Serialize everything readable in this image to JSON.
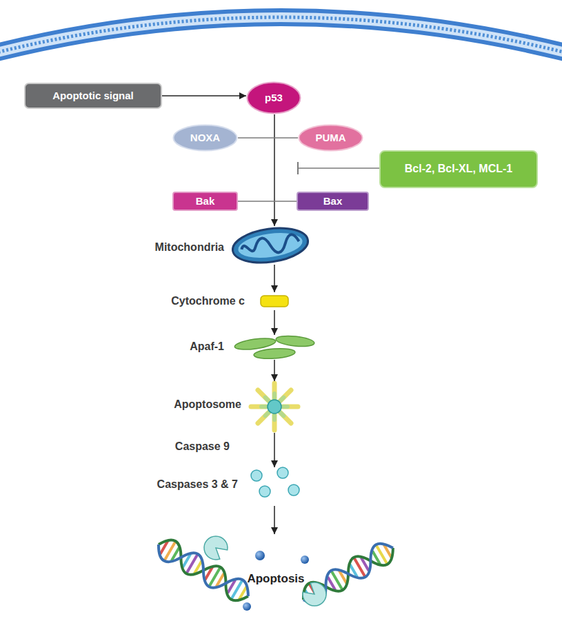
{
  "diagram": {
    "nodes": [
      {
        "text": [
          "Apoptotic signal"
        ]
      },
      {
        "text": [
          "p53"
        ]
      },
      {
        "text": [
          "NOXA"
        ]
      },
      {
        "text": [
          "PUMA"
        ]
      },
      {
        "text": [
          "Bcl-2, Bcl-XL, MCL-1"
        ]
      },
      {
        "text": [
          "Bak"
        ]
      },
      {
        "text": [
          "Bax"
        ]
      },
      {
        "text": [
          "Mitochondria"
        ]
      },
      {
        "text": [
          "Cytochrome c"
        ]
      },
      {
        "text": [
          "Apaf-1"
        ]
      },
      {
        "text": [
          "Apoptosome"
        ]
      },
      {
        "text": [
          "Caspases 3 & 7"
        ]
      },
      {
        "text": [
          "Apoptosis"
        ]
      }
    ],
    "edges": [
      {
        "from": 0,
        "to": 1,
        "arrow": "to"
      },
      {
        "from": 1,
        "to": 7,
        "arrow": "to"
      },
      {
        "from": 2,
        "to": 3,
        "arrow": "none"
      },
      {
        "from": 5,
        "to": 6,
        "arrow": "none"
      },
      {
        "from": 7,
        "to": 8,
        "arrow": "to"
      },
      {
        "from": 8,
        "to": 9,
        "arrow": "to"
      },
      {
        "from": 9,
        "to": 10,
        "arrow": "to"
      },
      {
        "from": 10,
        "to": 11,
        "arrow": "to"
      },
      {
        "from": 11,
        "to": 12,
        "arrow": "to"
      }
    ],
    "labels": [
      "Caspase 9"
    ]
  }
}
